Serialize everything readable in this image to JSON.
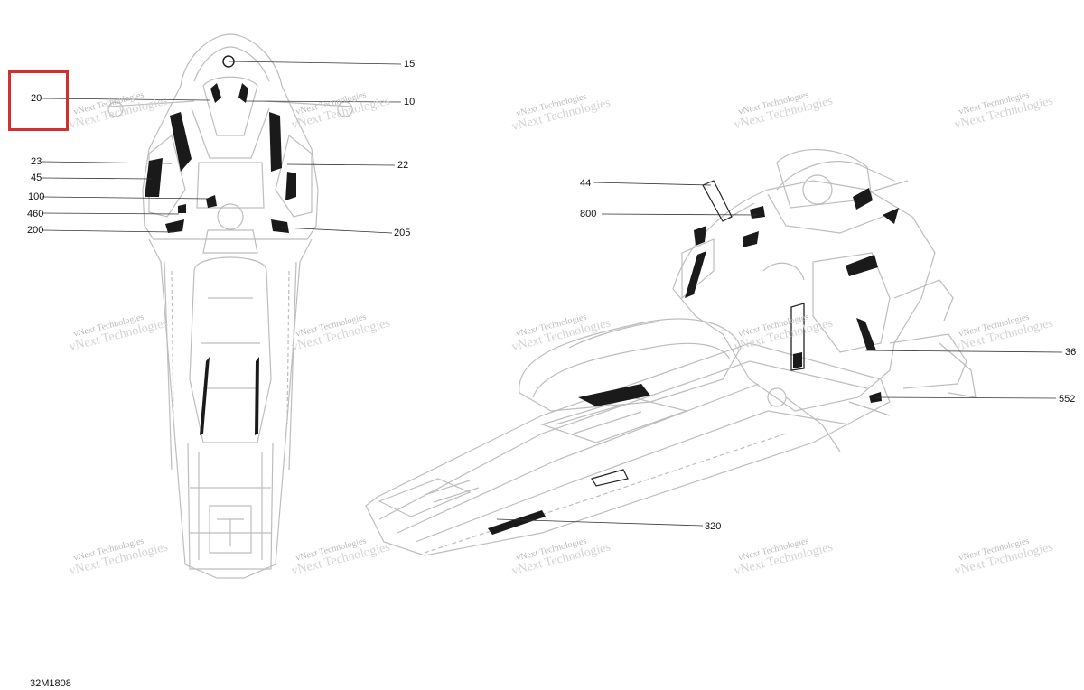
{
  "diagram": {
    "figure_code": "32M1808",
    "watermark": "vNext Technologies",
    "highlight_color": "#d32f2f",
    "callouts": [
      "15",
      "10",
      "20",
      "23",
      "22",
      "45",
      "100",
      "460",
      "200",
      "205",
      "44",
      "800",
      "36",
      "552",
      "320"
    ]
  }
}
